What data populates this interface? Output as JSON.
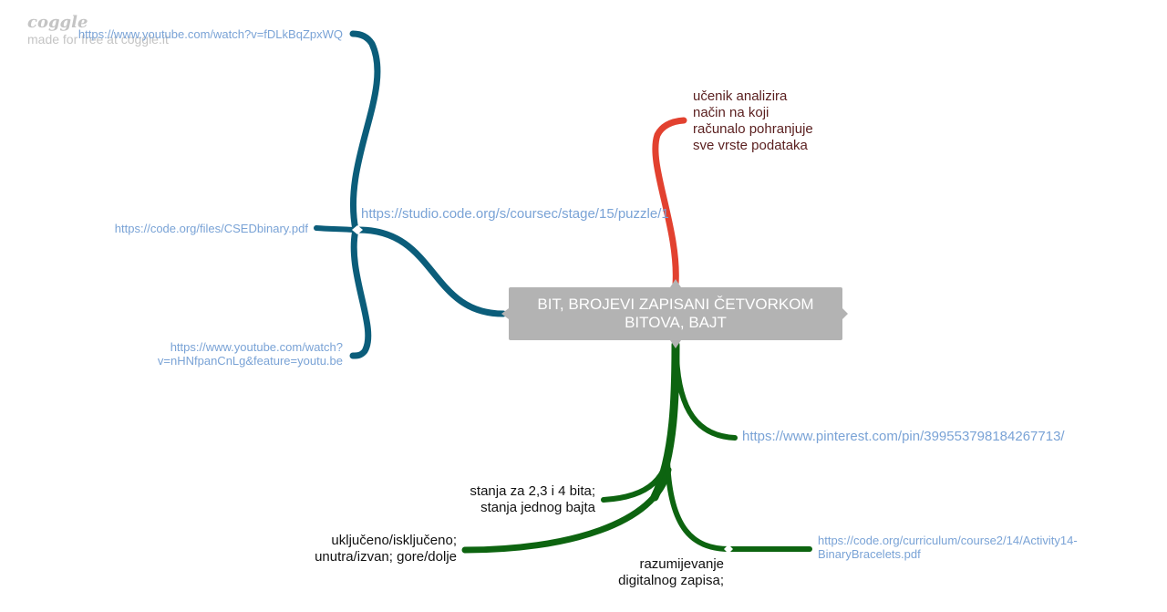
{
  "brand": {
    "logo": "coggle",
    "tagline": "made for free at coggle.it"
  },
  "root": {
    "line1": "BIT, BROJEVI ZAPISANI ČETVORKOM",
    "line2": "BITOVA, BAJT"
  },
  "colors": {
    "blue": "#0b5d7a",
    "red": "#e2412f",
    "green": "#0d6410",
    "root": "#b3b3b3",
    "link": "#7aa3d6"
  },
  "branches": {
    "blue": {
      "center_link": "https://studio.code.org/s/coursec/stage/15/puzzle/1",
      "links": [
        "https://www.youtube.com/watch?v=fDLkBqZpxWQ",
        "https://code.org/files/CSEDbinary.pdf",
        {
          "line1": "https://www.youtube.com/watch?",
          "line2": "v=nHNfpanCnLg&feature=youtu.be"
        }
      ]
    },
    "red": {
      "lines": [
        "učenik analizira",
        "način na koji",
        "računalo pohranjuje",
        "sve vrste podataka"
      ]
    },
    "green": {
      "pinterest": "https://www.pinterest.com/pin/399553798184267713/",
      "stanja": [
        "stanja za 2,3 i 4 bita;",
        "stanja jednog bajta"
      ],
      "ukljuceno": [
        "uključeno/isključeno;",
        "unutra/izvan; gore/dolje"
      ],
      "razumijevanje": [
        "razumijevanje",
        "digitalnog zapisa;"
      ],
      "bracelets": [
        "https://code.org/curriculum/course2/14/Activity14-",
        "BinaryBracelets.pdf"
      ]
    }
  }
}
